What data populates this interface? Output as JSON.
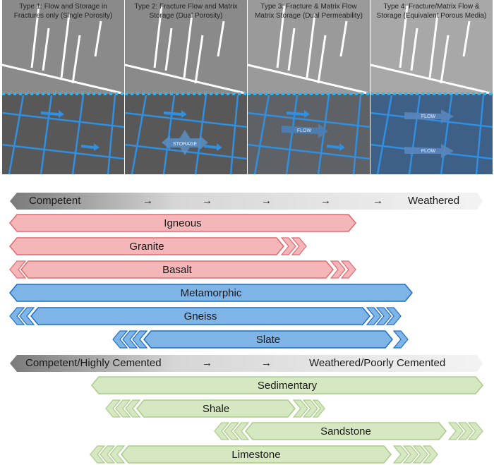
{
  "panels": [
    {
      "title_line1": "Type 1: Flow and Storage in",
      "title_line2": "Fractures only (Single Porosity)",
      "labels": []
    },
    {
      "title_line1": "Type 2: Fracture Flow and Matrix",
      "title_line2": "Storage (Dual Porosity)",
      "labels": [
        "STORAGE"
      ]
    },
    {
      "title_line1": "Type 3: Fracture & Matrix Flow",
      "title_line2": "Matrix Storage (Dual Permeability)",
      "labels": [
        "FLOW"
      ]
    },
    {
      "title_line1": "Type 4: Fracture/Matrix Flow &",
      "title_line2": "Storage (Equivalent Porous Media)",
      "labels": [
        "FLOW",
        "FLOW"
      ]
    }
  ],
  "igneous_scale": {
    "left": "Competent",
    "arrows": [
      "→",
      "→",
      "→",
      "→",
      "→"
    ],
    "right": "Weathered"
  },
  "sedimentary_scale": {
    "left": "Competent/Highly Cemented",
    "arrows": [
      "→",
      "→"
    ],
    "right": "Weathered/Poorly Cemented"
  },
  "bands": {
    "igneous": "Igneous",
    "granite": "Granite",
    "basalt": "Basalt",
    "metamorphic": "Metamorphic",
    "gneiss": "Gneiss",
    "slate": "Slate",
    "sedimentary": "Sedimentary",
    "shale": "Shale",
    "sandstone": "Sandstone",
    "limestone": "Limestone"
  },
  "colors": {
    "igneous_fill": "#f4b6b8",
    "igneous_edge": "#e06b70",
    "metamorphic_fill": "#7fb4e6",
    "metamorphic_edge": "#1f6fc4",
    "sedimentary_fill": "#d6e8c2",
    "sedimentary_edge": "#a9cc88",
    "fracture_blue": "#2f8fe0",
    "rock_gray": "#6b6b6b"
  }
}
